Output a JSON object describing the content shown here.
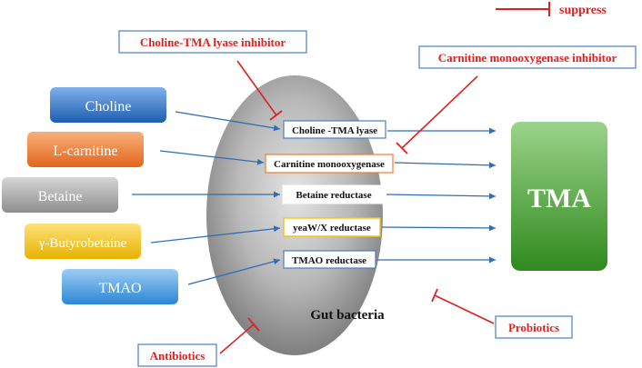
{
  "legend": {
    "label": "suppress",
    "color": "#e02020"
  },
  "center": {
    "label": "Gut bacteria"
  },
  "precursors": [
    {
      "label": "Choline",
      "color": "#2e6fc0"
    },
    {
      "label": "L-carnitine",
      "color": "#ee7a2e"
    },
    {
      "label": "Betaine",
      "color": "#a6a6a6"
    },
    {
      "label": "γ-Butyrobetaine",
      "color": "#f2c218"
    },
    {
      "label": "TMAO",
      "color": "#4a9ee0"
    }
  ],
  "enzymes": [
    {
      "label": "Choline -TMA lyase",
      "border": "#4a7fc0"
    },
    {
      "label": "Carnitine monooxygenase",
      "border": "#ee7a2e"
    },
    {
      "label": "Betaine reductase",
      "border": "#ffffff"
    },
    {
      "label": "yeaW/X reductase",
      "border": "#f2c218"
    },
    {
      "label": "TMAO reductase",
      "border": "#4a7fc0"
    }
  ],
  "product": {
    "label": "TMA",
    "color": "#3f9a2e"
  },
  "inhibitors": {
    "choline_tma_lyase": {
      "label": "Choline-TMA lyase inhibitor"
    },
    "carnitine_monooxygenase": {
      "label": "Carnitine monooxygenase inhibitor"
    },
    "antibiotics": {
      "label": "Antibiotics"
    },
    "probiotics": {
      "label": "Probiotics"
    }
  },
  "colors": {
    "suppress": "#e02020",
    "arrow": "#2f6db5"
  }
}
